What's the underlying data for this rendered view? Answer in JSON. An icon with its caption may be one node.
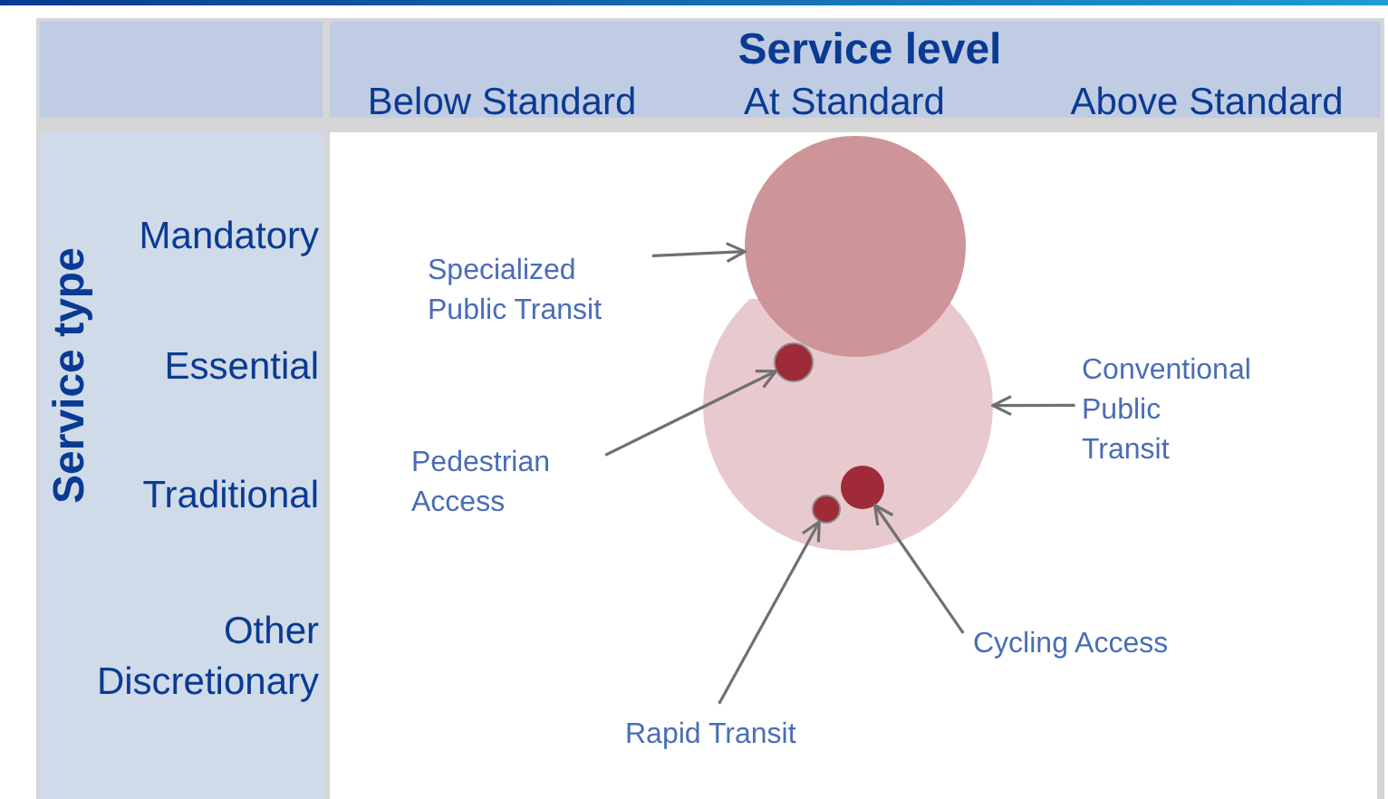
{
  "diagram": {
    "nodes": [
      {
        "text": [
          "Specialized Public Transit"
        ]
      },
      {
        "text": [],
        "shape": "circle"
      },
      {
        "text": [],
        "shape": "circle"
      },
      {
        "text": [
          "Conventional Public Transit"
        ]
      },
      {
        "text": [
          "Pedestrian Access"
        ]
      },
      {
        "text": [],
        "shape": "circle",
        "in": 2
      },
      {
        "text": [
          "Rapid Transit"
        ]
      },
      {
        "text": [],
        "shape": "circle",
        "in": 2
      },
      {
        "text": [
          "Cycling Access"
        ]
      },
      {
        "text": [],
        "shape": "circle",
        "in": 2
      }
    ],
    "edges": [
      {
        "from": 0,
        "to": 1,
        "arrow": "to"
      },
      {
        "from": 3,
        "to": 2,
        "arrow": "to"
      },
      {
        "from": 4,
        "to": 5,
        "arrow": "to"
      },
      {
        "from": 6,
        "to": 7,
        "arrow": "to"
      },
      {
        "from": 8,
        "to": 9,
        "arrow": "to"
      }
    ],
    "labels": [
      "Service level",
      "Below Standard",
      "At Standard",
      "Above Standard",
      "Service type",
      "Mandatory",
      "Essential",
      "Traditional",
      "Other Discretionary"
    ]
  }
}
